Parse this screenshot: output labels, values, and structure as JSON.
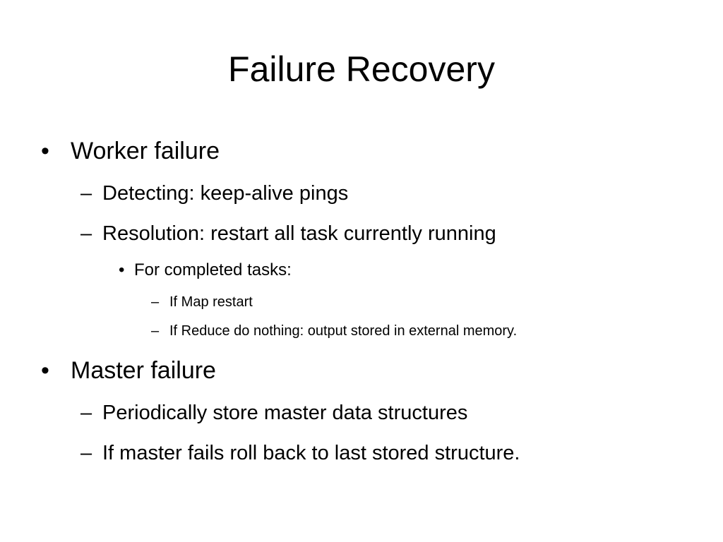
{
  "slide": {
    "title": "Failure Recovery",
    "bullet_glyph": "•",
    "dash_glyph": "–",
    "items": [
      {
        "level": 1,
        "text": "Worker failure"
      },
      {
        "level": 2,
        "text": "Detecting: keep-alive pings"
      },
      {
        "level": 2,
        "text": "Resolution: restart all task currently running"
      },
      {
        "level": 3,
        "text": "For completed tasks:"
      },
      {
        "level": 4,
        "text": "If Map restart"
      },
      {
        "level": 4,
        "text": "If Reduce do nothing: output stored in external memory."
      },
      {
        "level": 1,
        "text": "Master failure"
      },
      {
        "level": 2,
        "text": "Periodically store master data structures"
      },
      {
        "level": 2,
        "text": "If master fails roll back to last stored structure."
      }
    ]
  }
}
